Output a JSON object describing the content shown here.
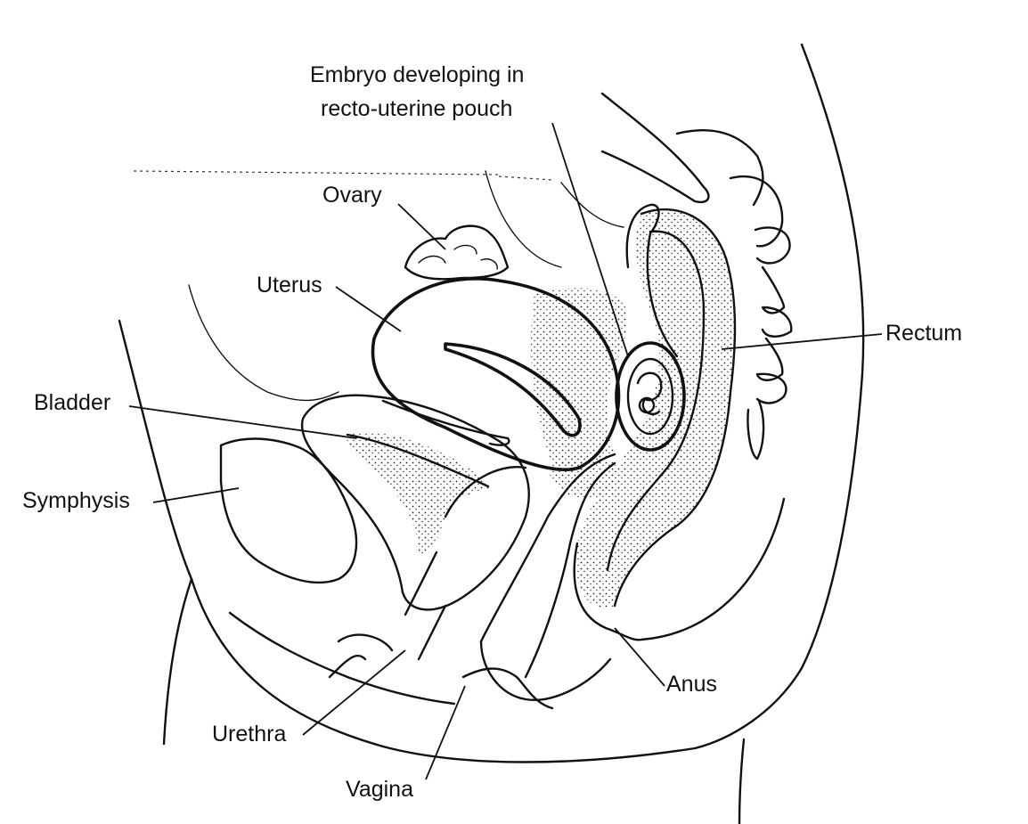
{
  "labels": {
    "embryo": "Embryo developing in",
    "embryo_line2": "recto-uterine pouch",
    "ovary": "Ovary",
    "uterus": "Uterus",
    "rectum": "Rectum",
    "bladder": "Bladder",
    "symphysis": "Symphysis",
    "anus": "Anus",
    "urethra": "Urethra",
    "vagina": "Vagina"
  },
  "colors": {
    "ink": "#111111",
    "background": "#ffffff"
  }
}
